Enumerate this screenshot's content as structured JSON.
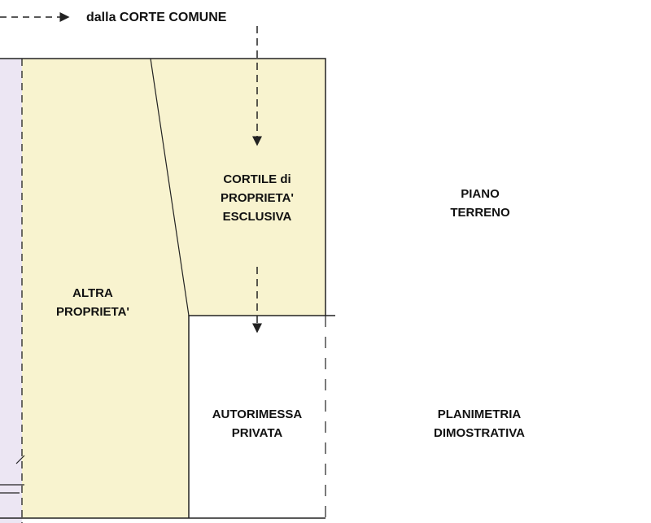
{
  "header": {
    "access_label": "dalla CORTE COMUNE"
  },
  "zones": {
    "altra": [
      "ALTRA",
      "PROPRIETA'"
    ],
    "cortile": [
      "CORTILE di",
      "PROPRIETA'",
      "ESCLUSIVA"
    ],
    "piano": [
      "PIANO",
      "TERRENO"
    ],
    "autorimessa": [
      "AUTORIMESSA",
      "PRIVATA"
    ],
    "planimetria": [
      "PLANIMETRIA",
      "DIMOSTRATIVA"
    ]
  },
  "colors": {
    "fill": "#f8f3cf",
    "line": "#222222",
    "edge": "#e6e0f0"
  }
}
